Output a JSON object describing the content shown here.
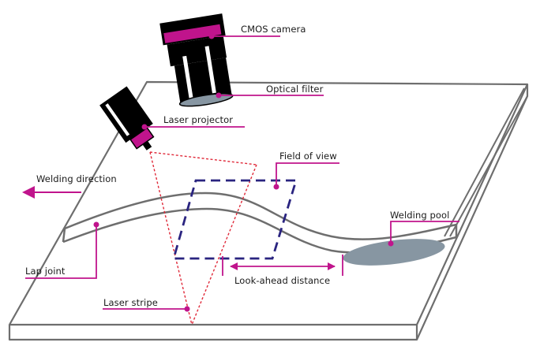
{
  "title": "Laser vision seam tracking setup",
  "colors": {
    "accent": "#c0148c",
    "plate": "#6e6e6e",
    "camera": "#000000",
    "field_of_view": "#2a2480",
    "laser": "#e02a3a",
    "pool": "#8796a2"
  },
  "labels": {
    "cmos_camera": "CMOS camera",
    "optical_filter": "Optical filter",
    "laser_projector": "Laser projector",
    "field_of_view": "Field of view",
    "welding_direction": "Welding direction",
    "welding_pool": "Welding pool",
    "lap_joint": "Lap joint",
    "look_ahead_distance": "Look-ahead distance",
    "laser_stripe": "Laser stripe"
  },
  "icons": {
    "direction_arrow": "arrow-left-icon",
    "dimension_arrow": "double-arrow-icon"
  }
}
